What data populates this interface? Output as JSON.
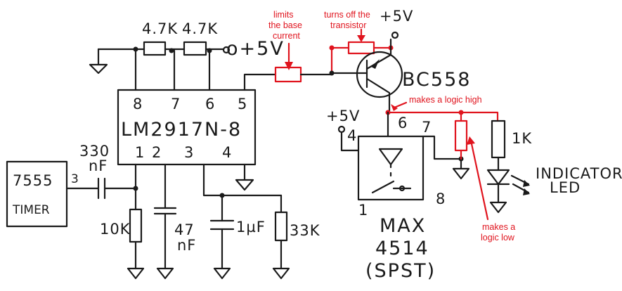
{
  "colors": {
    "ink": "#1a1a1a",
    "annotation": "#e0141e",
    "background": "#ffffff"
  },
  "labels": {
    "r_pullup_1": "4.7K",
    "r_pullup_2": "4.7K",
    "supply_top": "o+5V",
    "ic_name": "LM2917N-8",
    "ic_pins_top": [
      "8",
      "7",
      "6",
      "5"
    ],
    "ic_pins_bottom": [
      "1",
      "2",
      "3",
      "4"
    ],
    "timer_line1": "7555",
    "timer_line2": "TIMER",
    "timer_pin": "3",
    "cap_in_value": "330",
    "cap_in_unit": "nF",
    "r_10k": "10K",
    "cap_47": "47",
    "cap_47_unit": "nF",
    "cap_1uf": "1µF",
    "r_33k": "33K",
    "transistor": "BC558",
    "supply_emitter": "+5V",
    "supply_switch": "+5V",
    "switch_pins": [
      "4",
      "6",
      "7",
      "1",
      "8"
    ],
    "switch_name": "MAX",
    "switch_part": "4514",
    "switch_type": "(SPST)",
    "r_1k": "1K",
    "led_line1": "INDICATOR",
    "led_line2": "LED"
  },
  "annotations": {
    "base_limit": [
      "limits",
      "the base",
      "current"
    ],
    "turn_off": [
      "turns off the",
      "transistor"
    ],
    "logic_high": "makes a logic high",
    "logic_low": [
      "makes a",
      "logic low"
    ]
  }
}
